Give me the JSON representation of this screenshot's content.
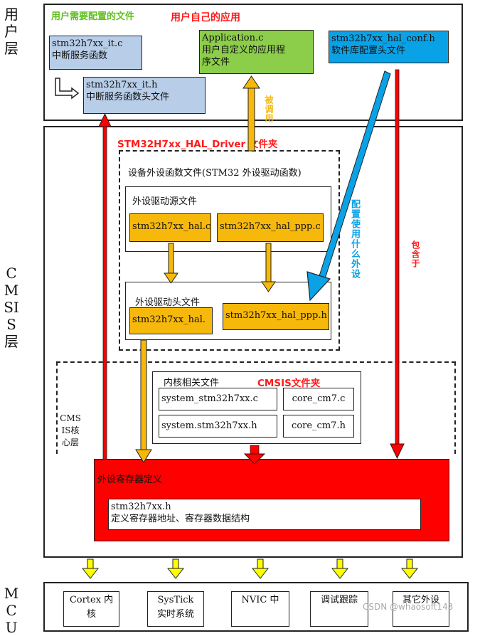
{
  "layers": {
    "user": "用户层",
    "cmsis": "CMSIS层",
    "mcu": "MCU",
    "cmsis_core": "CMSIS核心层"
  },
  "user_layer": {
    "config_title": "用户需要配置的文件",
    "app_title": "用户自己的应用",
    "it_c": {
      "name": "stm32h7xx_it.c",
      "desc": "中断服务函数"
    },
    "it_h": {
      "name": "stm32h7xx_it.h",
      "desc": "中断服务函数头文件"
    },
    "app_c": {
      "name": "Application.c",
      "desc_1": "用户自定义的应用程",
      "desc_2": "序文件"
    },
    "hal_conf": {
      "name": "stm32h7xx_hal_conf.h",
      "desc": "软件库配置头文件"
    }
  },
  "arrows": {
    "called": "被调用",
    "config_used": "配置使用什么外设",
    "contained": "包含于"
  },
  "hal_driver": {
    "title": "STM32H7xx_HAL_Driver 文件夹",
    "device_files": "设备外设函数文件(STM32 外设驱动函数)",
    "src_title": "外设驱动源文件",
    "hal_c": "stm32h7xx_hal.c",
    "hal_ppp_c": "stm32h7xx_hal_ppp.c",
    "hdr_title": "外设驱动头文件",
    "hal_h": "stm32h7xx_hal.",
    "hal_ppp_h": "stm32h7xx_hal_ppp.h"
  },
  "cmsis_folder": {
    "kernel_title": "内核相关文件",
    "folder_title": "CMSIS文件夹",
    "system_c": "system_stm32h7xx.c",
    "core_c": "core_cm7.c",
    "system_h": "system.stm32h7xx.h",
    "core_h": "core_cm7.h"
  },
  "register_def": {
    "title": "外设寄存器定义",
    "file": "stm32h7xx.h",
    "desc": "定义寄存器地址、寄存器数据结构"
  },
  "mcu_items": [
    {
      "l1": "Cortex 内",
      "l2": "核"
    },
    {
      "l1": "SysTick",
      "l2": "实时系统"
    },
    {
      "l1": "",
      "l2": "NVIC 中"
    },
    {
      "l1": "",
      "l2": "调试跟踪"
    },
    {
      "l1": "",
      "l2": "其它外设"
    }
  ],
  "watermark": "CSDN @whaosoft143",
  "colors": {
    "red": "#ff0000",
    "orange": "#f6b80a",
    "cyan": "#0aa2e6",
    "blue_box": "#b7cde8",
    "green_box": "#8ccd4a",
    "yellow_arrow": "#ffff00",
    "title_green": "#5fbf1e",
    "title_red": "#ff1a1a"
  }
}
